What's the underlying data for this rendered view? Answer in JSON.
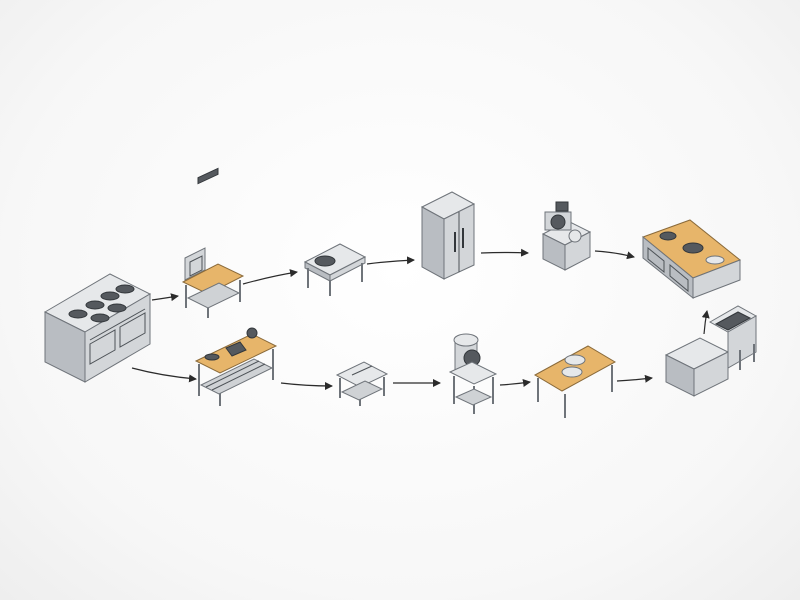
{
  "diagram": {
    "type": "kitchen-workflow",
    "nodes": [
      {
        "id": "range-oven",
        "icon": "range-oven-icon"
      },
      {
        "id": "prep-station",
        "icon": "prep-station-icon"
      },
      {
        "id": "sink-table",
        "icon": "sink-table-icon"
      },
      {
        "id": "refrigerator",
        "icon": "refrigerator-icon"
      },
      {
        "id": "slicer-station",
        "icon": "slicer-station-icon"
      },
      {
        "id": "cooking-counter",
        "icon": "cooking-counter-icon"
      },
      {
        "id": "butcher-table",
        "icon": "butcher-table-icon"
      },
      {
        "id": "small-work-table",
        "icon": "small-work-table-icon"
      },
      {
        "id": "stand-mixer",
        "icon": "stand-mixer-icon"
      },
      {
        "id": "plating-table",
        "icon": "plating-table-icon"
      },
      {
        "id": "dish-station",
        "icon": "dish-station-icon"
      }
    ],
    "edges": [
      {
        "from": "range-oven",
        "to": "prep-station"
      },
      {
        "from": "prep-station",
        "to": "sink-table"
      },
      {
        "from": "sink-table",
        "to": "refrigerator"
      },
      {
        "from": "refrigerator",
        "to": "slicer-station"
      },
      {
        "from": "slicer-station",
        "to": "cooking-counter"
      },
      {
        "from": "range-oven",
        "to": "butcher-table"
      },
      {
        "from": "butcher-table",
        "to": "small-work-table"
      },
      {
        "from": "small-work-table",
        "to": "stand-mixer"
      },
      {
        "from": "stand-mixer",
        "to": "plating-table"
      },
      {
        "from": "plating-table",
        "to": "dish-station"
      },
      {
        "from": "dish-station",
        "to": "cooking-counter"
      }
    ],
    "colors": {
      "steel": "#d3d6d9",
      "wood": "#e7b56a",
      "arrow": "#2b2b2b",
      "background": "#f7f7f7"
    }
  }
}
